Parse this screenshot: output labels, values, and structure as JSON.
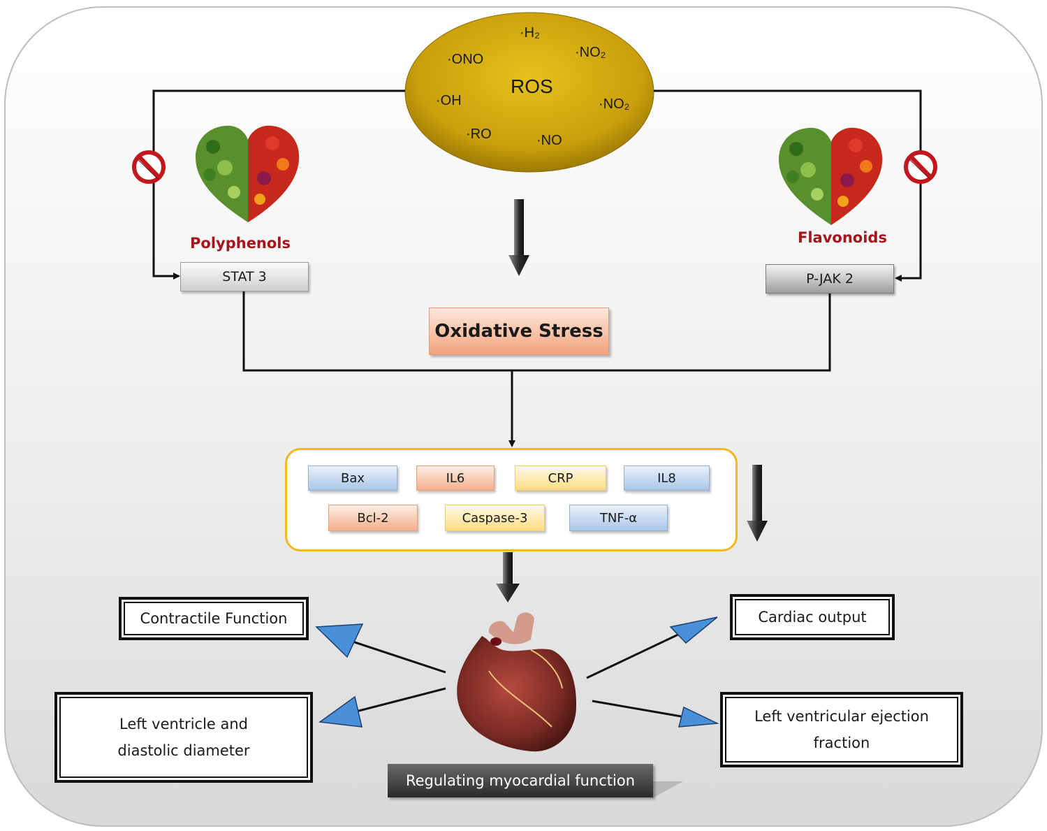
{
  "ros": {
    "title": "ROS",
    "species": [
      "·H₂",
      "·ONO",
      "·NO₂",
      "·OH",
      "·NO₂",
      "·RO",
      "·NO"
    ]
  },
  "left_branch": {
    "food_label": "Polyphenols",
    "target": "STAT 3"
  },
  "right_branch": {
    "food_label": "Flavonoids",
    "target": "P-JAK 2"
  },
  "center": {
    "stress": "Oxidative Stress"
  },
  "markers": {
    "row1": [
      "Bax",
      "IL6",
      "CRP",
      "IL8"
    ],
    "row2": [
      "Bcl-2",
      "Caspase-3",
      "TNF-α"
    ]
  },
  "outcomes": {
    "contractile": "Contractile Function",
    "lv_diameter": "Left ventricle and diastolic diameter",
    "cardiac_output": "Cardiac output",
    "ejection_fraction": "Left ventricular ejection fraction"
  },
  "regulating": "Regulating myocardial function",
  "colors": {
    "ros_fill": "#c9a20a",
    "food_label": "#a3161b",
    "arrowhead_blue": "#4a90d9",
    "marker_frame": "#f2b81c"
  }
}
